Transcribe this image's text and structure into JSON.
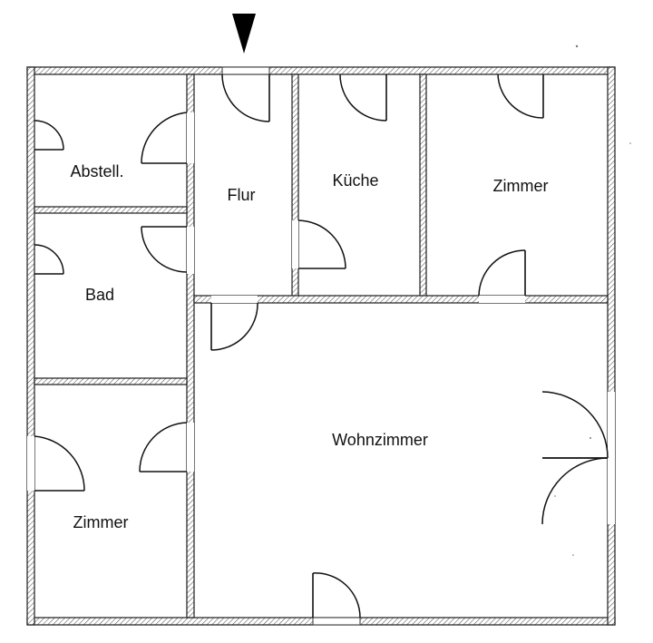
{
  "rooms": {
    "abstell": "Abstell.",
    "flur": "Flur",
    "kueche": "Küche",
    "zimmer_ne": "Zimmer",
    "bad": "Bad",
    "wohnzimmer": "Wohnzimmer",
    "zimmer_sw": "Zimmer"
  },
  "entrance_marker": "triangle-down-icon",
  "colors": {
    "line": "#1c1c1c",
    "background": "#ffffff"
  }
}
